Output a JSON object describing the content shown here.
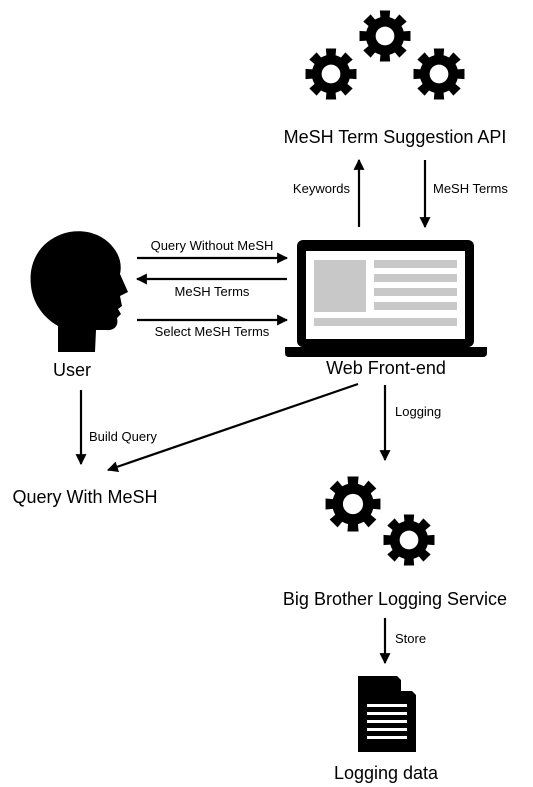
{
  "nodes": {
    "api": "MeSH Term Suggestion API",
    "frontend": "Web Front-end",
    "user": "User",
    "query_with_mesh": "Query With MeSH",
    "logging_service": "Big Brother Logging Service",
    "logging_data": "Logging data"
  },
  "edges": {
    "keywords": "Keywords",
    "mesh_terms_down": "MeSH Terms",
    "query_without_mesh": "Query Without MeSH",
    "mesh_terms_back": "MeSH Terms",
    "select_mesh_terms": "Select MeSH Terms",
    "build_query": "Build Query",
    "logging": "Logging",
    "store": "Store"
  },
  "icons": {
    "api": "gears-icon",
    "frontend": "laptop-icon",
    "user": "head-silhouette-icon",
    "logging_service": "gears-icon",
    "logging_data": "document-icon"
  }
}
